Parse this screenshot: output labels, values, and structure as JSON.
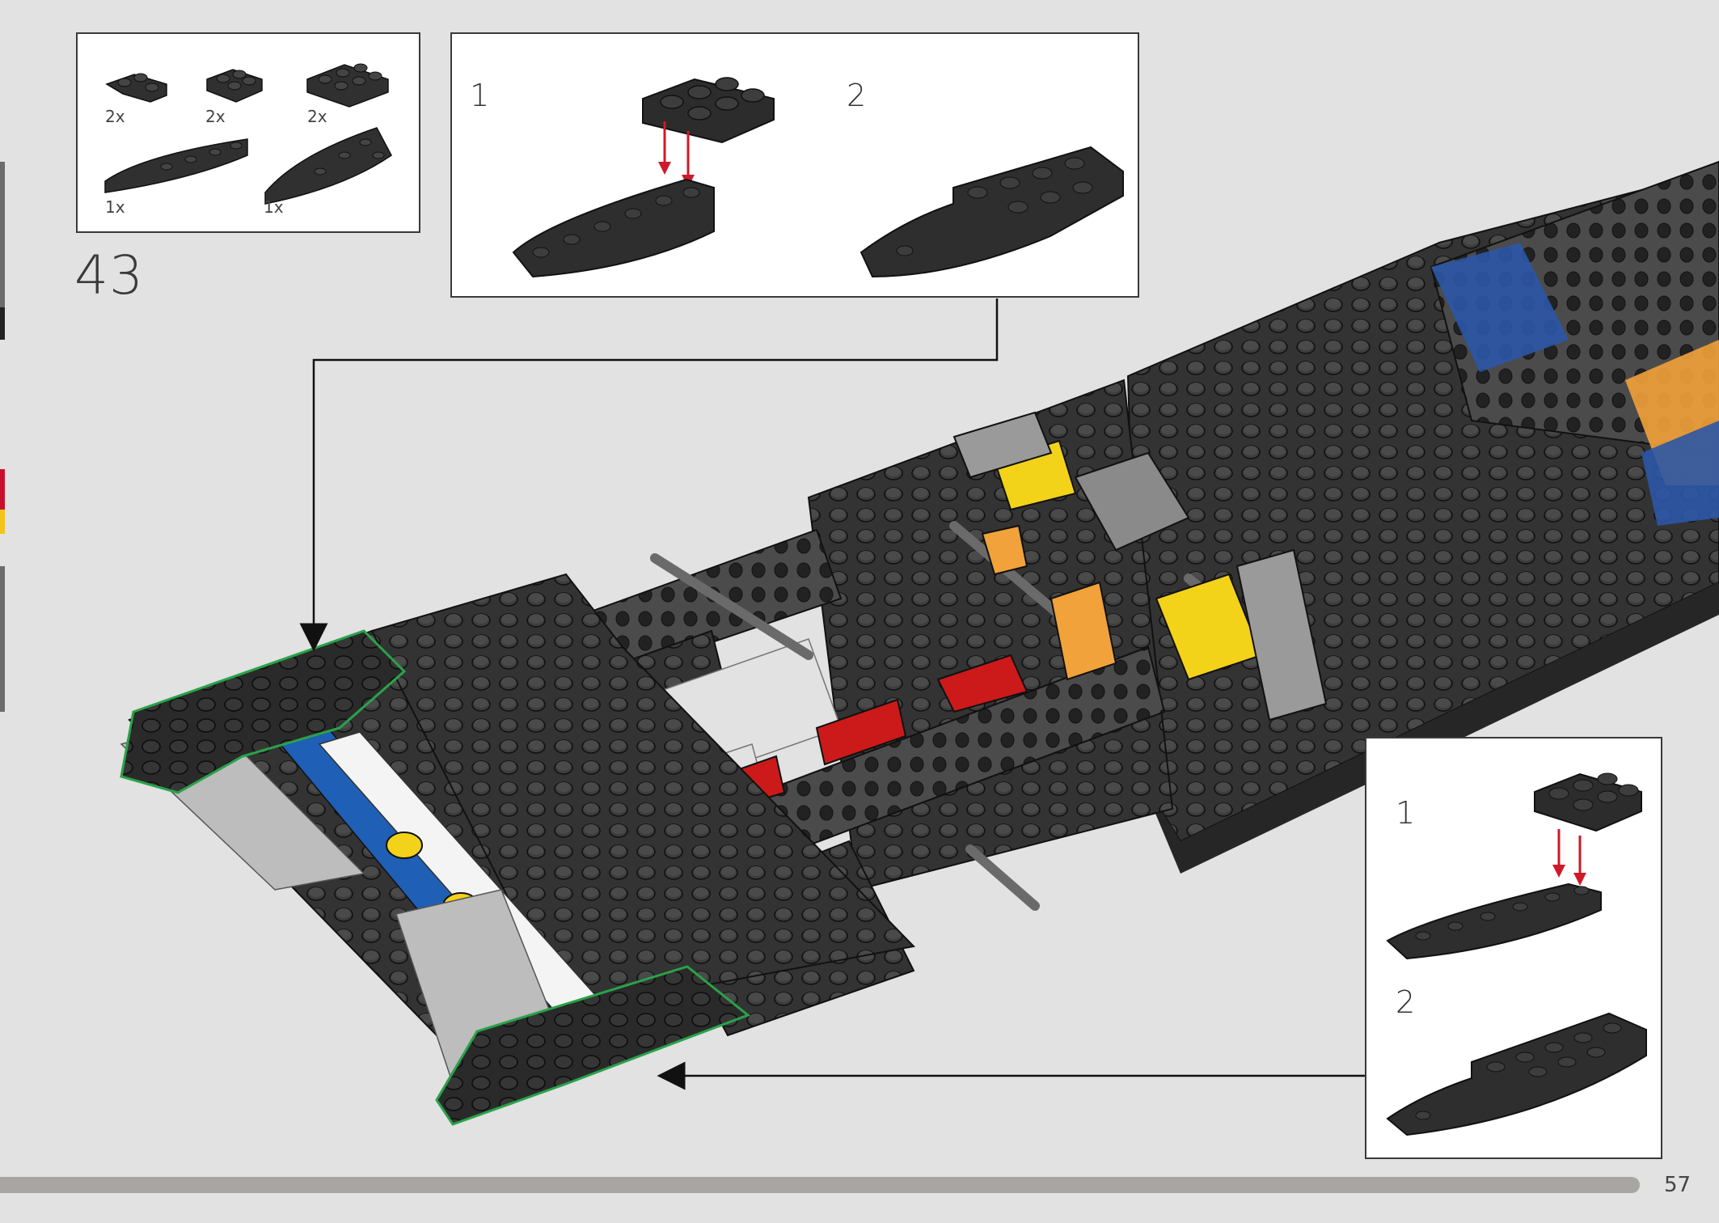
{
  "step": {
    "number": "43"
  },
  "page": {
    "number": "57"
  },
  "parts_list": {
    "items": [
      {
        "qty": "2x",
        "part": "plate-2x2-corner-black"
      },
      {
        "qty": "2x",
        "part": "plate-2x2-black"
      },
      {
        "qty": "2x",
        "part": "plate-2x3-black"
      },
      {
        "qty": "1x",
        "part": "wedge-plate-left-black"
      },
      {
        "qty": "1x",
        "part": "wedge-plate-right-black"
      }
    ]
  },
  "callout_top": {
    "substeps": [
      "1",
      "2"
    ]
  },
  "callout_bottom": {
    "substeps": [
      "1",
      "2"
    ]
  },
  "progress": {
    "fraction": 0.954
  },
  "colors": {
    "background": "#e2e2e2",
    "brick_black": "#2e2e2e",
    "brick_dark_grey": "#6f6f6f",
    "brick_light_grey": "#a9a9a9",
    "blue": "#1f5fb5",
    "yellow": "#f3d21a",
    "red": "#cc1a1a",
    "orange": "#f2a23a",
    "highlight_green": "#2aa24a",
    "arrow_red": "#d0182a"
  }
}
